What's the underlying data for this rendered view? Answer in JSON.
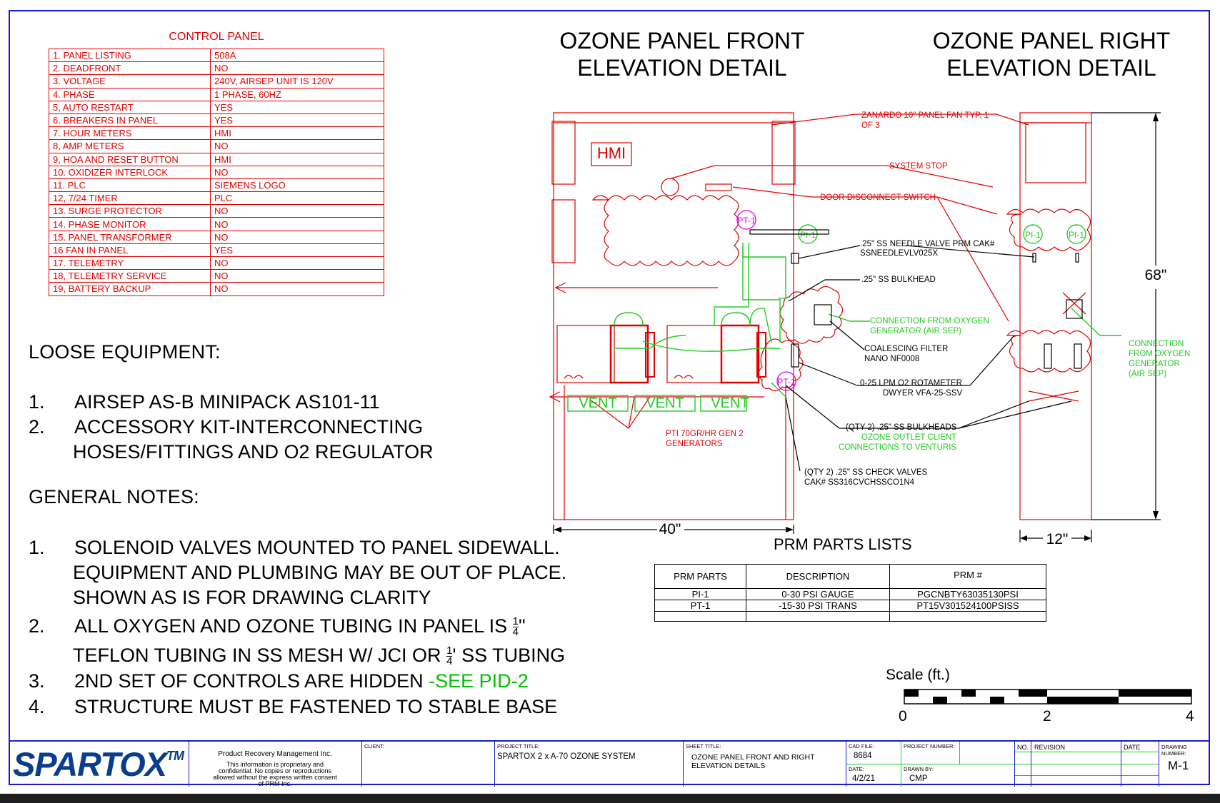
{
  "control_panel": {
    "title": "CONTROL PANEL",
    "rows": [
      {
        "k": "1. PANEL LISTING",
        "v": "508A"
      },
      {
        "k": "2. DEADFRONT",
        "v": "NO"
      },
      {
        "k": "3. VOLTAGE",
        "v": "240V, AIRSEP UNIT IS 120V"
      },
      {
        "k": "4. PHASE",
        "v": "1  PHASE, 60HZ"
      },
      {
        "k": "5, AUTO RESTART",
        "v": "YES"
      },
      {
        "k": "6. BREAKERS IN PANEL",
        "v": "YES"
      },
      {
        "k": "7. HOUR METERS",
        "v": "HMI"
      },
      {
        "k": "8, AMP METERS",
        "v": "NO"
      },
      {
        "k": "9, HOA AND RESET BUTTON",
        "v": "HMI"
      },
      {
        "k": "10. OXIDIZER INTERLOCK",
        "v": "NO"
      },
      {
        "k": "11. PLC",
        "v": "SIEMENS LOGO"
      },
      {
        "k": "12, 7/24 TIMER",
        "v": "PLC"
      },
      {
        "k": "13. SURGE PROTECTOR",
        "v": "NO"
      },
      {
        "k": "14. PHASE MONITOR",
        "v": "NO"
      },
      {
        "k": "15. PANEL TRANSFORMER",
        "v": "NO"
      },
      {
        "k": "16 FAN IN PANEL",
        "v": "YES"
      },
      {
        "k": "17. TELEMETRY",
        "v": "NO"
      },
      {
        "k": "18, TELEMETRY SERVICE",
        "v": "NO"
      },
      {
        "k": "19,  BATTERY BACKUP",
        "v": "NO"
      }
    ]
  },
  "loose_equipment": {
    "heading": "LOOSE EQUIPMENT:",
    "items": [
      {
        "num": "1.",
        "text": "AIRSEP AS-B MINIPACK AS101-11"
      },
      {
        "num": "2.",
        "text": "ACCESSORY KIT-INTERCONNECTING"
      },
      {
        "num": "",
        "text": "HOSES/FITTINGS AND O2 REGULATOR"
      }
    ]
  },
  "general_notes": {
    "heading": "GENERAL NOTES:",
    "n1": {
      "num": "1.",
      "lines": [
        "SOLENOID VALVES MOUNTED TO PANEL SIDEWALL.",
        "EQUIPMENT AND PLUMBING MAY BE OUT OF PLACE.",
        "SHOWN AS IS FOR DRAWING CLARITY"
      ]
    },
    "n2": {
      "num": "2.",
      "line1": "ALL OXYGEN AND OZONE TUBING IN PANEL IS",
      "frac_num": "1",
      "frac_den": "4",
      "quote": "\"",
      "line2a": "TEFLON TUBING IN SS MESH W/ JCI OR",
      "line2b": "' SS TUBING"
    },
    "n3": {
      "num": "3.",
      "text": "2ND SET OF CONTROLS ARE HIDDEN",
      "link": "-SEE PID-2"
    },
    "n4": {
      "num": "4.",
      "text": "STRUCTURE MUST BE FASTENED TO STABLE BASE"
    }
  },
  "titles": {
    "front": [
      "OZONE PANEL FRONT",
      "ELEVATION DETAIL"
    ],
    "right": [
      "OZONE PANEL RIGHT",
      "ELEVATION DETAIL"
    ]
  },
  "drawing": {
    "hmi": "HMI",
    "pt1": "PT-1",
    "pi1": "PI-1",
    "vent": "VENT",
    "dims": {
      "width_front": "40\"",
      "height": "68\"",
      "width_side": "12\""
    },
    "callouts": {
      "fan": [
        "ZANARDO 10\" PANEL FAN TYP, 1",
        "OF 3"
      ],
      "system_stop": "SYSTEM STOP",
      "door_disconnect": "DOOR DISCONNECT SWITCH",
      "needle_valve": [
        ".25\" SS NEEDLE VALVE PRM CAK#",
        "SSNEEDLEVLV025X"
      ],
      "bulkhead": ".25\" SS BULKHEAD",
      "conn_oxygen_front": [
        "CONNECTION FROM OXYGEN",
        "GENERATOR (AIR SEP)"
      ],
      "coalescing": [
        "COALESCING FILTER",
        "NANO NF0008"
      ],
      "rotameter": [
        "0-25 LPM O2 ROTAMETER",
        "DWYER VFA-25-SSV"
      ],
      "pti": [
        "PTI 70GR/HR GEN 2",
        "GENERATORS"
      ],
      "bulkheads_qty": "(QTY 2) .25\" SS BULKHEADS",
      "ozone_outlet": [
        "OZONE OUTLET CLIENT",
        "CONNECTIONS TO VENTURIS"
      ],
      "check_valves": [
        "(QTY 2) .25\" SS CHECK VALVES",
        "CAK# SS316CVCHSSCO1N4"
      ],
      "conn_oxygen_right": [
        "CONNECTION",
        "FROM OXYGEN",
        "GENERATOR",
        "(AIR SEP)"
      ]
    }
  },
  "prm": {
    "title": "PRM PARTS LISTS",
    "headers": [
      "PRM PARTS",
      "DESCRIPTION",
      "PRM #"
    ],
    "rows": [
      [
        "PI-1",
        "0-30 PSI GAUGE",
        "PGCNBTY63035130PSI"
      ],
      [
        "PT-1",
        "-15-30 PSI TRANS",
        "PT15V301524100PSISS"
      ]
    ]
  },
  "scale": {
    "title": "Scale (ft.)",
    "labels": [
      "0",
      "2",
      "4"
    ]
  },
  "title_block": {
    "logo": "SPARTOX",
    "tm": "TM",
    "company": "Product Recovery Management Inc.",
    "confidential": [
      "This information is proprietary and",
      "confidential. No copies or reproductions",
      "allowed without the express written consent",
      "of PRM Inc."
    ],
    "client_label": "CLIENT:",
    "project_title_label": "PROJECT TITLE:",
    "project_title": "SPARTOX 2 x A-70  OZONE SYSTEM",
    "sheet_title_label": "SHEET TITLE:",
    "sheet_title": [
      "OZONE PANEL FRONT AND RIGHT",
      "ELEVATION DETAILS"
    ],
    "cad_file_label": "CAD FILE:",
    "cad_file": "8684",
    "project_number_label": "PROJECT NUMBER:",
    "date_label": "DATE:",
    "date": "4/2/21",
    "drawn_by_label": "DRAWN BY:",
    "drawn_by": "CMP",
    "no_label": "NO.",
    "revision_label": "REVISION",
    "date_col_label": "DATE",
    "drawing_number_label": "DRAWING NUMBER:",
    "drawing_number": "M-1"
  }
}
